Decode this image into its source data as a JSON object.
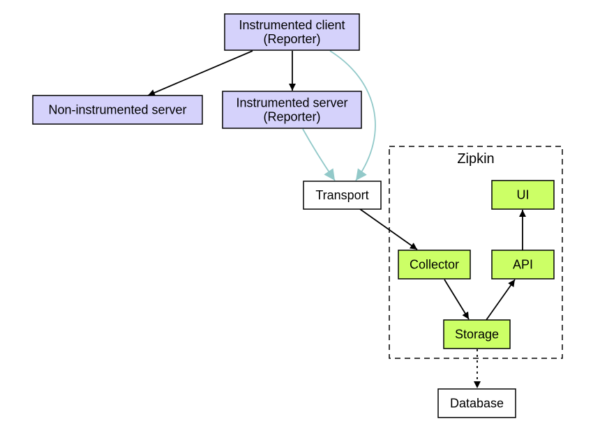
{
  "colors": {
    "reporter_fill": "#d5d2fb",
    "zipkin_fill": "#ccff66",
    "plain_fill": "#ffffff",
    "trace_edge": "#92c9c9",
    "edge": "#000000"
  },
  "cluster": {
    "label": "Zipkin"
  },
  "nodes": {
    "client": {
      "lines": [
        "Instrumented client",
        "(Reporter)"
      ],
      "style": "reporter"
    },
    "noninst": {
      "lines": [
        "Non-instrumented server"
      ],
      "style": "reporter"
    },
    "server": {
      "lines": [
        "Instrumented server",
        "(Reporter)"
      ],
      "style": "reporter"
    },
    "transport": {
      "lines": [
        "Transport"
      ],
      "style": "plain"
    },
    "ui": {
      "lines": [
        "UI"
      ],
      "style": "zipkin"
    },
    "collector": {
      "lines": [
        "Collector"
      ],
      "style": "zipkin"
    },
    "api": {
      "lines": [
        "API"
      ],
      "style": "zipkin"
    },
    "storage": {
      "lines": [
        "Storage"
      ],
      "style": "zipkin"
    },
    "database": {
      "lines": [
        "Database"
      ],
      "style": "plain"
    }
  },
  "edges": [
    {
      "from": "client",
      "to": "noninst",
      "kind": "solid"
    },
    {
      "from": "client",
      "to": "server",
      "kind": "solid"
    },
    {
      "from": "client",
      "to": "transport",
      "kind": "trace"
    },
    {
      "from": "server",
      "to": "transport",
      "kind": "trace"
    },
    {
      "from": "transport",
      "to": "collector",
      "kind": "solid"
    },
    {
      "from": "collector",
      "to": "storage",
      "kind": "solid"
    },
    {
      "from": "storage",
      "to": "api",
      "kind": "solid"
    },
    {
      "from": "api",
      "to": "ui",
      "kind": "solid"
    },
    {
      "from": "storage",
      "to": "database",
      "kind": "dotted"
    }
  ]
}
